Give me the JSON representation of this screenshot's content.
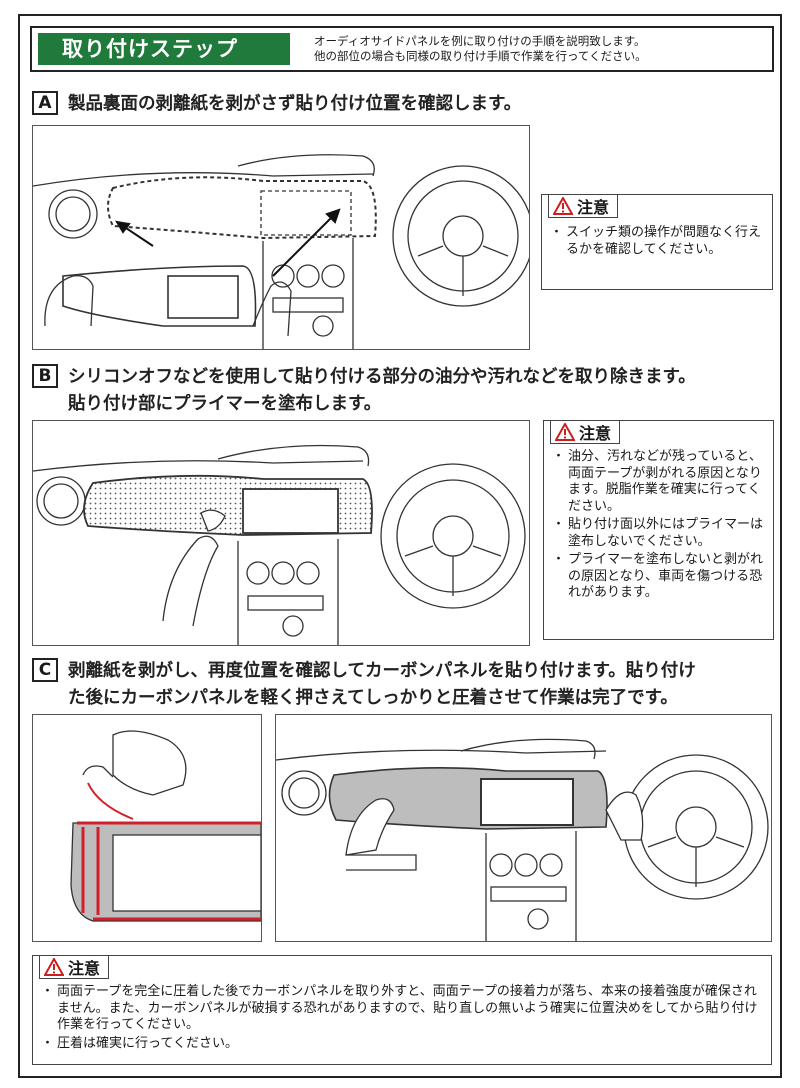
{
  "header": {
    "title": "取り付けステップ",
    "lines": [
      "オーディオサイドパネルを例に取り付けの手順を説明致します。",
      "他の部位の場合も同様の取り付け手順で作業を行ってください。"
    ]
  },
  "steps": [
    {
      "letter": "A",
      "text": "製品裏面の剥離紙を剥がさず貼り付け位置を確認します。",
      "caution_label": "注意",
      "caution_items": [
        "スイッチ類の操作が問題なく行えるかを確認してください。"
      ]
    },
    {
      "letter": "B",
      "text_lines": [
        "シリコンオフなどを使用して貼り付ける部分の油分や汚れなどを取り除きます。",
        "貼り付け部にプライマーを塗布します。"
      ],
      "caution_label": "注意",
      "caution_items": [
        "油分、汚れなどが残っていると、両面テープが剥がれる原因となります。脱脂作業を確実に行ってください。",
        "貼り付け面以外にはプライマーは塗布しないでください。",
        "プライマーを塗布しないと剥がれの原因となり、車両を傷つける恐れがあります。"
      ]
    },
    {
      "letter": "C",
      "text_lines": [
        "剥離紙を剥がし、再度位置を確認してカーボンパネルを貼り付けます。貼り付け",
        "た後にカーボンパネルを軽く押さえてしっかりと圧着させて作業は完了です。"
      ]
    }
  ],
  "final_caution": {
    "label": "注意",
    "items": [
      "両面テープを完全に圧着した後でカーボンパネルを取り外すと、両面テープの接着力が落ち、本来の接着強度が確保されません。また、カーボンパネルが破損する恐れがありますので、貼り直しの無いよう確実に位置決めをしてから貼り付け作業を行ってください。",
      "圧着は確実に行ってください。"
    ]
  },
  "colors": {
    "title_bg": "#1f7a3c",
    "warning_red": "#cc1f1f",
    "tape_red": "#d0202a",
    "panel_gray": "#bdbdbd"
  }
}
